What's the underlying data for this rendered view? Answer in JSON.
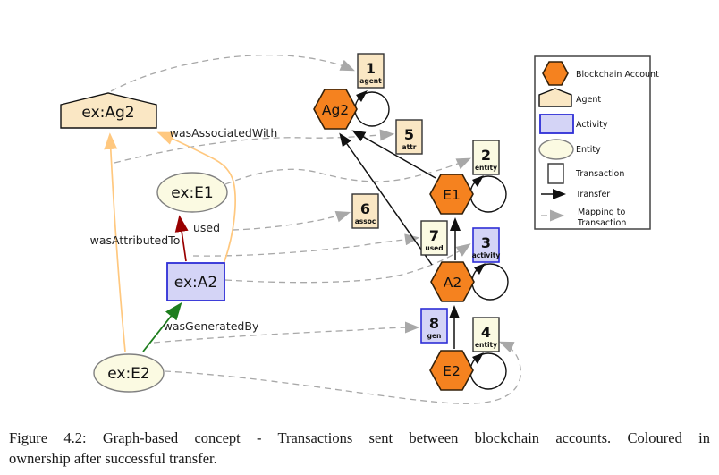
{
  "colors": {
    "account_fill": "#f5821f",
    "agent_fill": "#fae7c4",
    "activity_fill": "#d4d4f6",
    "entity_fill": "#fbfae2",
    "transaction_fill": "#ffffff",
    "activity_border": "#2e2ed6",
    "transfer_black": "#111111",
    "mapping_gray": "#a8a8a8",
    "edge_orange": "#ffc87f",
    "edge_red": "#990000",
    "used_label_red": "#e01010",
    "edge_green": "#1e7e1e"
  },
  "prov": {
    "ag2": {
      "label": "ex:Ag2"
    },
    "e1": {
      "label": "ex:E1"
    },
    "a2": {
      "label": "ex:A2"
    },
    "e2": {
      "label": "ex:E2"
    },
    "edges": {
      "wasAttributedTo": {
        "label": "wasAttributedTo"
      },
      "wasAssociatedWith": {
        "label": "wasAssociatedWith"
      },
      "used": {
        "label": "used"
      },
      "wasGeneratedBy": {
        "label": "wasGeneratedBy"
      }
    }
  },
  "chain": {
    "ag2": {
      "label": "Ag2"
    },
    "e1": {
      "label": "E1"
    },
    "a2": {
      "label": "A2"
    },
    "e2": {
      "label": "E2"
    }
  },
  "tx": {
    "t1": {
      "num": "1",
      "tag": "agent"
    },
    "t2": {
      "num": "2",
      "tag": "entity"
    },
    "t3": {
      "num": "3",
      "tag": "activity"
    },
    "t4": {
      "num": "4",
      "tag": "entity"
    },
    "t5": {
      "num": "5",
      "tag": "attr"
    },
    "t6": {
      "num": "6",
      "tag": "assoc"
    },
    "t7": {
      "num": "7",
      "tag": "used"
    },
    "t8": {
      "num": "8",
      "tag": "gen"
    }
  },
  "legend": {
    "account": "Blockchain Account",
    "agent": "Agent",
    "activity": "Activity",
    "entity": "Entity",
    "transaction": "Transaction",
    "transfer": "Transfer",
    "mapping_line1": "Mapping to",
    "mapping_line2": "Transaction"
  },
  "caption": {
    "line1": "Figure 4.2: Graph-based concept - Transactions sent between blockchain accounts. Coloured in",
    "line2": "ownership after successful transfer."
  }
}
